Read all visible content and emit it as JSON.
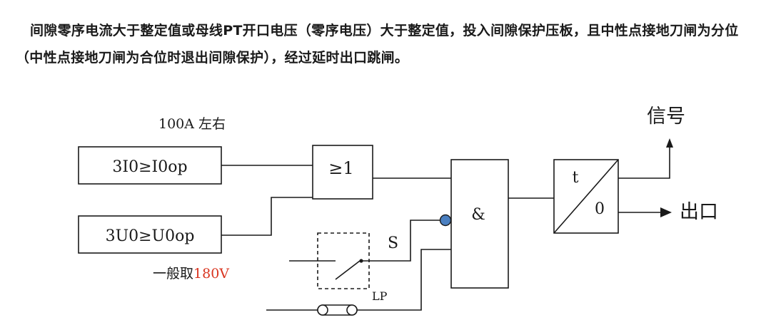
{
  "description": "间隙零序电流大于整定值或母线PT开口电压（零序电压）大于整定值，投入间隙保护压板，且中性点接地刀闸为分位（中性点接地刀闸为合位时退出间隙保护），经过延时出口跳闸。",
  "diagram": {
    "current_note": "100A 左右",
    "current_condition": "3I0≥I0op",
    "voltage_condition": "3U0≥U0op",
    "voltage_note_prefix": "一般取",
    "voltage_note_value": "180V",
    "or_gate_label": "≥1",
    "and_gate_label": "&",
    "timer_t": "t",
    "timer_0": "0",
    "switch_label": "S",
    "plate_label": "LP",
    "output_signal": "信号",
    "output_trip": "出口"
  },
  "colors": {
    "line": "#1a1a1a",
    "highlight": "#d9341f",
    "inverter": "#4a7fc0"
  }
}
